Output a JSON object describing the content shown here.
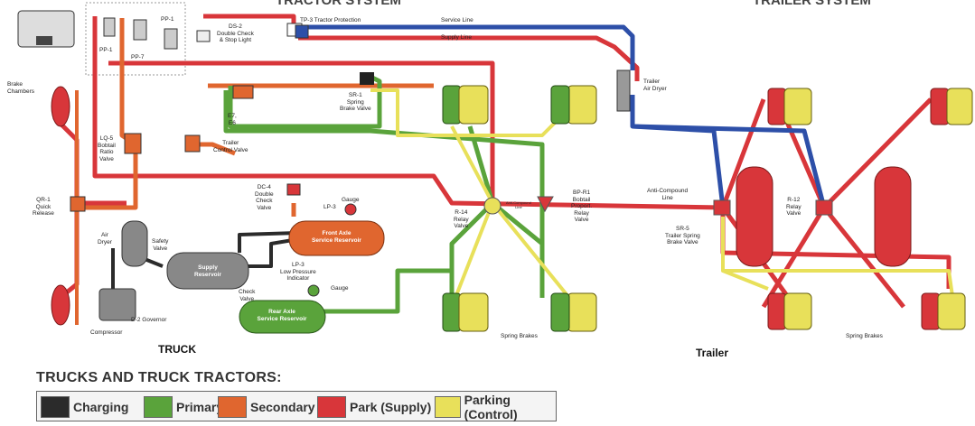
{
  "header": {
    "left_title": "TRACTOR SYSTEM",
    "right_title": "TRAILER SYSTEM"
  },
  "labels": {
    "brake_chambers": "Brake\nChambers",
    "pp1": "PP-1",
    "pp1_b": "PP-1",
    "pp7": "PP-7",
    "ds2": "DS-2\nDouble Check\n& Stop Light",
    "tp3": "TP-3 Tractor Protection",
    "service_line": "Service Line",
    "supply_line": "Supply Line",
    "sr1": "SR-1\nSpring\nBrake Valve",
    "e7e6": "E7,\nE6",
    "lq5": "LQ-5\nBobtail\nRatio\nValve",
    "trailer_control": "Trailer\nControl Valve",
    "qr1": "QR-1\nQuick\nRelease",
    "dc4": "DC-4\nDouble\nCheck\nValve",
    "gauge": "Gauge",
    "lp3": "LP-3",
    "front_axle": "Front Axle\nService Reservoir",
    "air_dryer": "Air\nDryer",
    "safety_valve": "Safety\nValve",
    "supply_reservoir": "Supply\nReservoir",
    "lp3_low": "LP-3\nLow Pressure\nIndicator",
    "gauge2": "Gauge",
    "check_valve": "Check\nValve",
    "rear_axle": "Rear Axle\nService Reservoir",
    "d2": "D-2 Governor",
    "compressor": "Compressor",
    "r14": "R-14\nRelay\nValve",
    "anti_comp_small": "Anti-Compound\nLine",
    "bpr1": "BP-R1\nBobtail\nProport.\nRelay\nValve",
    "spring_brakes": "Spring Brakes",
    "trailer_air_dryer": "Trailer\nAir Dryer",
    "anti_compound": "Anti-Compound\nLine",
    "sr5": "SR-5\nTrailer Spring\nBrake Valve",
    "r12": "R-12\nRelay\nValve",
    "spring_brakes2": "Spring Brakes"
  },
  "truck": "TRUCK",
  "trailer": "Trailer",
  "section_title": "TRUCKS AND TRUCK TRACTORS:",
  "legend": [
    {
      "label": "Charging",
      "color": "#2b2b2b"
    },
    {
      "label": "Primary",
      "color": "#5aa33b"
    },
    {
      "label": "Secondary",
      "color": "#e0662f"
    },
    {
      "label": "Park (Supply)",
      "color": "#d8363a"
    },
    {
      "label": "Parking (Control)",
      "color": "#e8e05a"
    }
  ],
  "colors": {
    "charging": "#2b2b2b",
    "primary": "#5aa33b",
    "secondary": "#e0662f",
    "park_supply": "#d8363a",
    "parking_control": "#e8e05a",
    "service_line": "#2d4fa8"
  }
}
